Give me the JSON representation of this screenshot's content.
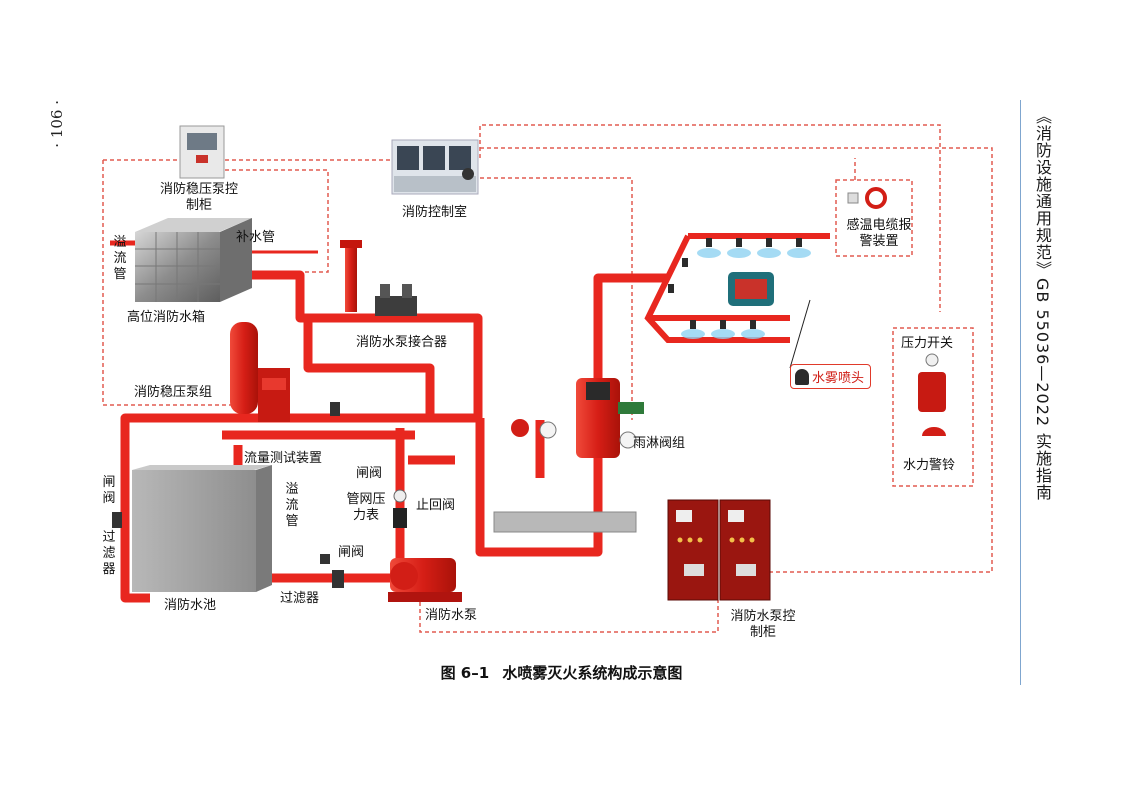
{
  "page": {
    "page_number": "· 106 ·",
    "side_title": "《消防设施通用规范》GB 55036—2022 实施指南",
    "caption_figure": "图 6–1",
    "caption_text": "水喷雾灭火系统构成示意图"
  },
  "labels": {
    "stabilizer_cabinet": "消防稳压泵控制柜",
    "control_room": "消防控制室",
    "makeup_pipe": "补水管",
    "overflow_pipe_top": "溢流管",
    "high_tank": "高位消防水箱",
    "pump_adapter": "消防水泵接合器",
    "heat_cable": "感温电缆报警装置",
    "stabilizer_group": "消防稳压泵组",
    "water_mist_nozzle": "水雾喷头",
    "pressure_switch": "压力开关",
    "deluge_valve": "雨淋阀组",
    "flow_test": "流量测试装置",
    "gate_valve_mid": "闸阀",
    "gate_valve_left": "闸阀",
    "filter_left": "过滤器",
    "overflow_pipe_pool": "溢流管",
    "network_gauge": "管网压力表",
    "check_valve": "止回阀",
    "water_bell": "水力警铃",
    "gate_valve_pump": "闸阀",
    "filter_bottom": "过滤器",
    "pool": "消防水池",
    "fire_pump": "消防水泵",
    "pump_cabinet": "消防水泵控制柜"
  },
  "colors": {
    "pipe": "#e8271f",
    "pipe_dark": "#b0140f",
    "signal_line": "#e25b50",
    "mist": "#8fd3f2",
    "tank_steel": "#9a9a9a",
    "pool": "#a9a9a9"
  }
}
